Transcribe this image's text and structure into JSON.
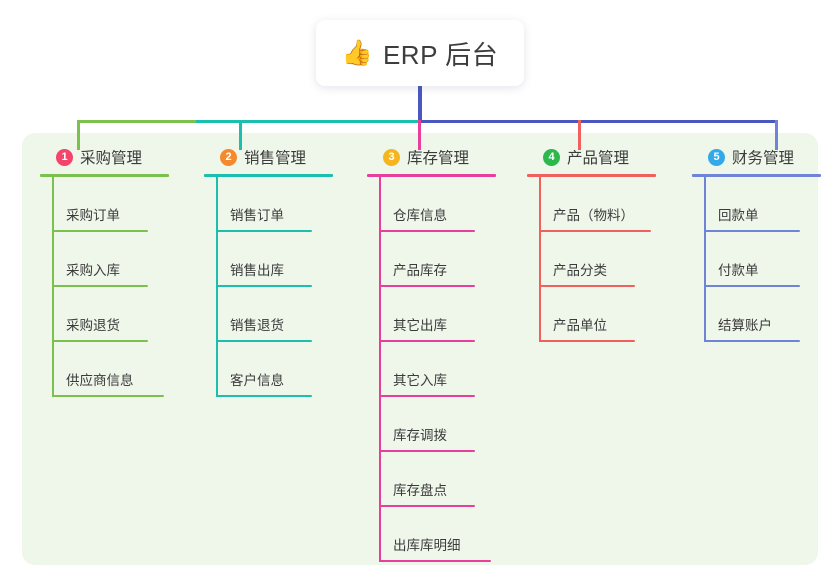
{
  "root": {
    "icon": "thumbs-up-icon",
    "icon_glyph": "👍",
    "title": "ERP 后台"
  },
  "colors": {
    "page_background": "#ffffff",
    "panel_background": "#eff7eb",
    "trunk_line": "#4a57c0",
    "columns": [
      {
        "badge": "#f2456c",
        "line": "#7cc04e"
      },
      {
        "badge": "#f5892e",
        "line": "#1bbfae"
      },
      {
        "badge": "#f5b51f",
        "line": "#e83e9c"
      },
      {
        "badge": "#2db84d",
        "line": "#f0615e"
      },
      {
        "badge": "#34a9e8",
        "line": "#6f84d6"
      }
    ]
  },
  "columns": [
    {
      "number": "1",
      "title": "采购管理",
      "items": [
        {
          "label": "采购订单"
        },
        {
          "label": "采购入库"
        },
        {
          "label": "采购退货"
        },
        {
          "label": "供应商信息",
          "wide": true
        }
      ]
    },
    {
      "number": "2",
      "title": "销售管理",
      "items": [
        {
          "label": "销售订单"
        },
        {
          "label": "销售出库"
        },
        {
          "label": "销售退货"
        },
        {
          "label": "客户信息"
        }
      ]
    },
    {
      "number": "3",
      "title": "库存管理",
      "items": [
        {
          "label": "仓库信息"
        },
        {
          "label": "产品库存"
        },
        {
          "label": "其它出库"
        },
        {
          "label": "其它入库"
        },
        {
          "label": "库存调拨"
        },
        {
          "label": "库存盘点"
        },
        {
          "label": "出库库明细",
          "wide": true
        }
      ]
    },
    {
      "number": "4",
      "title": "产品管理",
      "items": [
        {
          "label": "产品（物料）",
          "wide": true
        },
        {
          "label": "产品分类"
        },
        {
          "label": "产品单位"
        }
      ]
    },
    {
      "number": "5",
      "title": "财务管理",
      "items": [
        {
          "label": "回款单"
        },
        {
          "label": "付款单"
        },
        {
          "label": "结算账户"
        }
      ]
    }
  ]
}
